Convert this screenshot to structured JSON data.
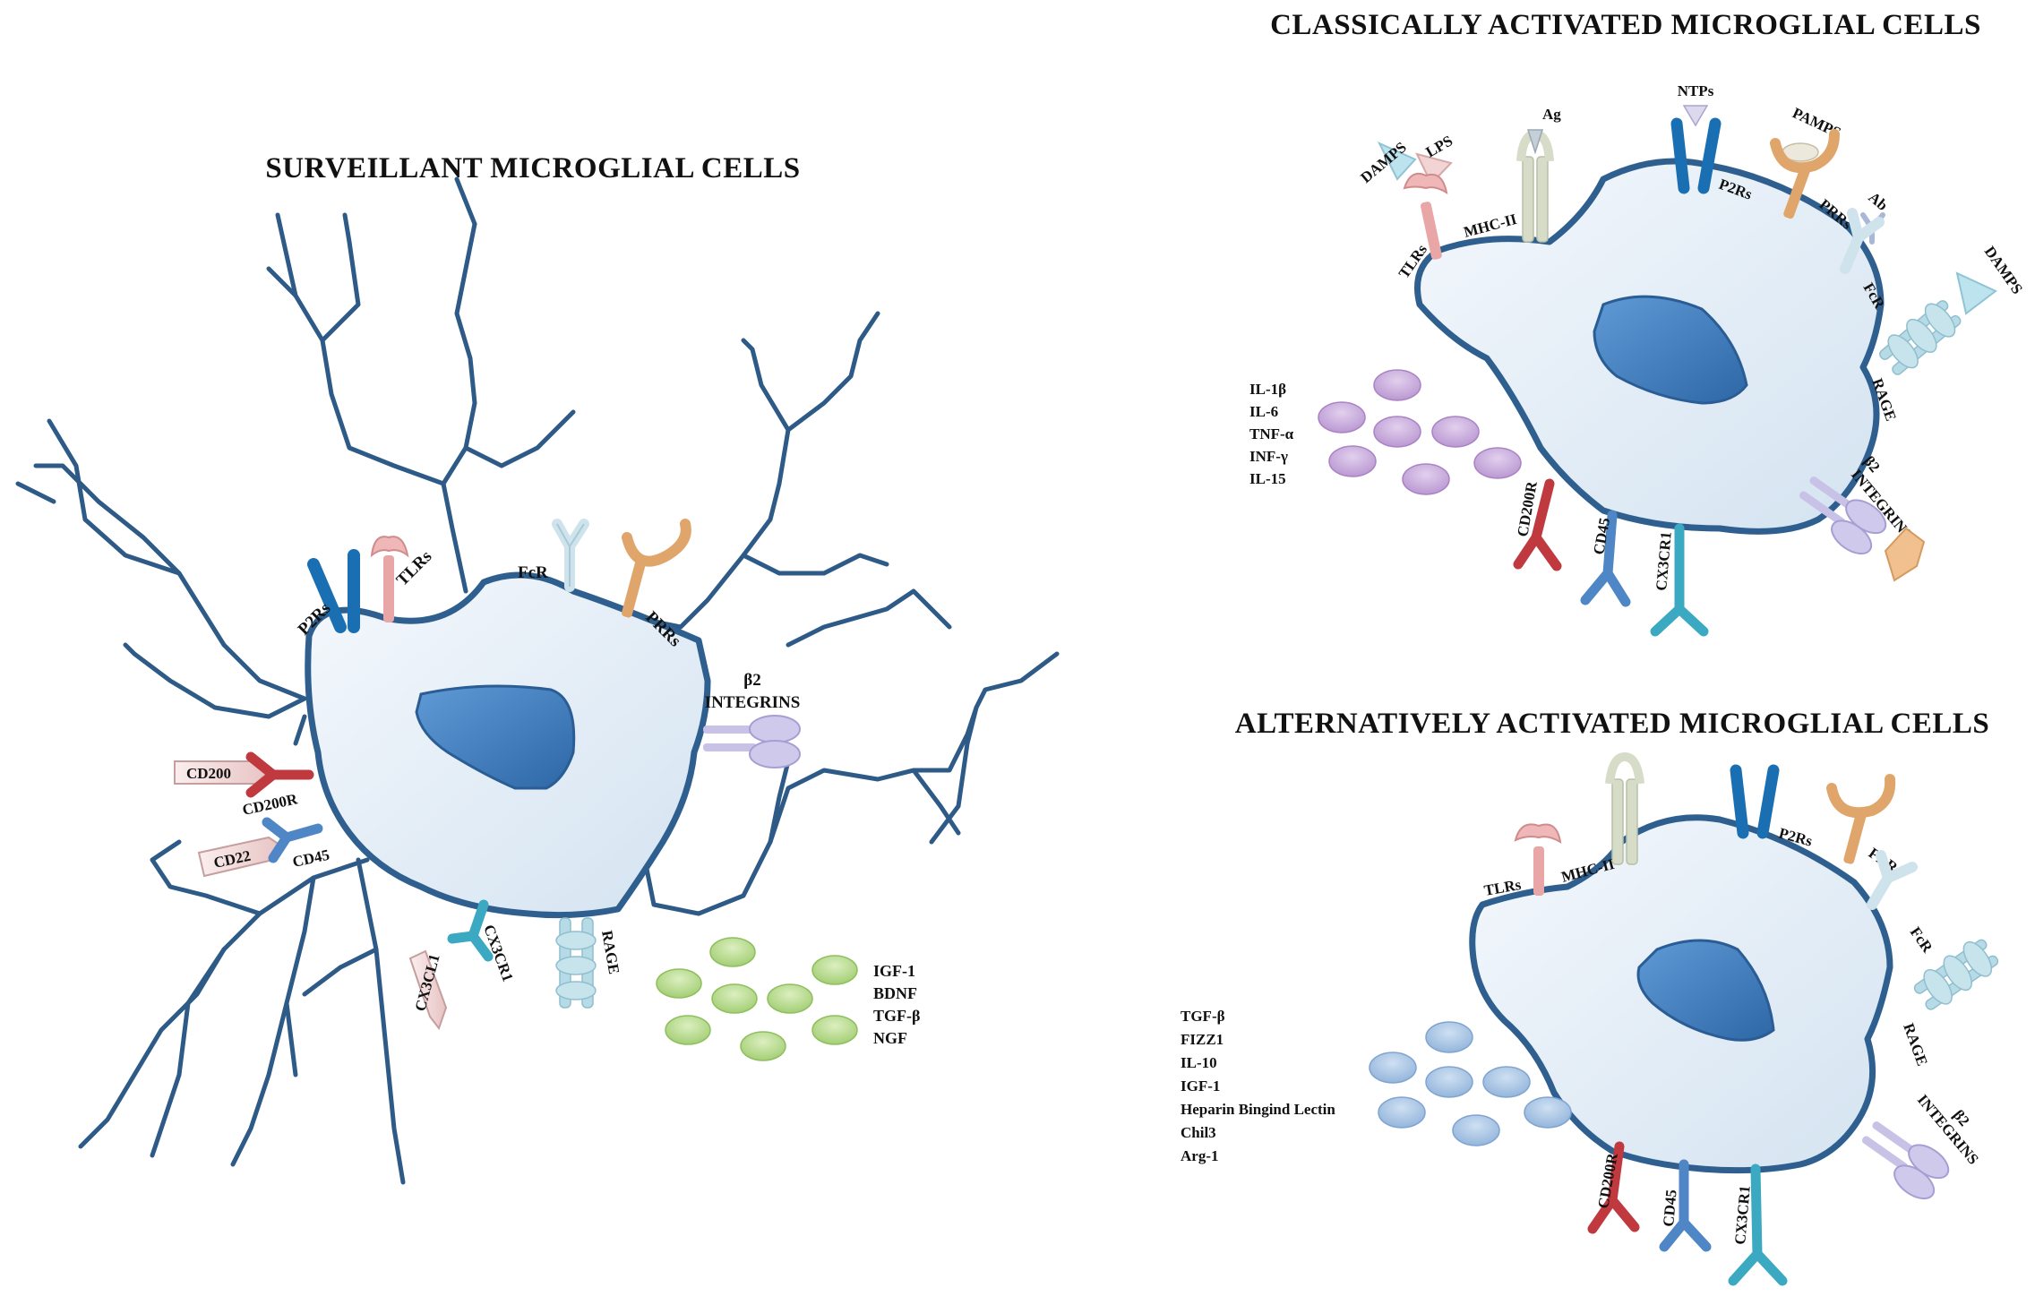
{
  "titles": {
    "surveillant": "SURVEILLANT MICROGLIAL CELLS",
    "classical": "CLASSICALLY ACTIVATED MICROGLIAL CELLS",
    "alternative": "ALTERNATIVELY ACTIVATED MICROGLIAL CELLS"
  },
  "surveillant": {
    "p2rs": "P2Rs",
    "tlrs": "TLRs",
    "fcr": "FcR",
    "prrs": "PRRs",
    "b2": "β2",
    "integrins": "INTEGRINS",
    "cd200": "CD200",
    "cd200r": "CD200R",
    "cd22": "CD22",
    "cd45": "CD45",
    "cx3cl1": "CX3CL1",
    "cx3cr1": "CX3CR1",
    "rage": "RAGE",
    "factors": [
      "IGF-1",
      "BDNF",
      "TGF-β",
      "NGF"
    ]
  },
  "classical": {
    "damps1": "DAMPS",
    "lps": "LPS",
    "ag": "Ag",
    "ntps": "NTPs",
    "pamps": "PAMPS",
    "ab": "Ab",
    "damps2": "DAMPS",
    "tlrs": "TLRs",
    "mhc": "MHC-II",
    "p2rs": "P2Rs",
    "prrs": "PRRs",
    "fcr": "FcR",
    "rage": "RAGE",
    "b2": "β2",
    "integrins": "INTEGRINS",
    "cd200r": "CD200R",
    "cd45": "CD45",
    "cx3cr1": "CX3CR1",
    "cytokines": [
      "IL-1β",
      "IL-6",
      "TNF-α",
      "INF-γ",
      "IL-15"
    ]
  },
  "alternative": {
    "tlrs": "TLRs",
    "mhc": "MHC-II",
    "p2rs": "P2Rs",
    "prrs": "PRRs",
    "fcr": "FcR",
    "rage": "RAGE",
    "b2": "β2",
    "integrins": "INTEGRINS",
    "cd200r": "CD200R",
    "cd45": "CD45",
    "cx3cr1": "CX3CR1",
    "factors": [
      "TGF-β",
      "FIZZ1",
      "IL-10",
      "IGF-1",
      "Heparin Bingind Lectin",
      "Chil3",
      "Arg-1"
    ]
  },
  "colors": {
    "membrane": "#2f5f8f",
    "cytoplasm": "#e3edf7",
    "nucleus": "#3f7dbf",
    "process": "#2d5a86",
    "p2r": "#1a6fb3",
    "tlr": "#e8a6a6",
    "fcr": "#cfe3ec",
    "prr": "#e0a56a",
    "mhc": "#d6dcc8",
    "rage": "#b7dbe6",
    "integrin": "#c7c2e6",
    "cd200r": "#c0393f",
    "cd45": "#4f86c6",
    "cx3cr1": "#3aa9c1",
    "ligand": "#f5dede",
    "green_vesicle": "#b9d98a",
    "purple_vesicle": "#c8addb",
    "blue_vesicle": "#a9c4e3"
  }
}
